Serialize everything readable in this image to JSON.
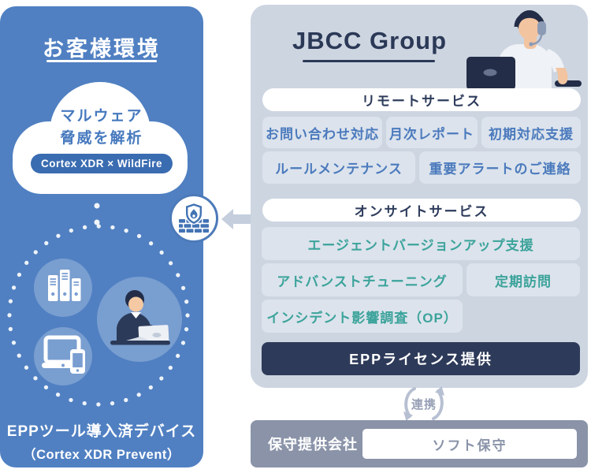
{
  "customer_panel": {
    "title": "お客様環境",
    "cloud": {
      "line1": "マルウェア",
      "line2": "脅威を解析",
      "badge": "Cortex XDR × WildFire"
    },
    "caption_line1": "EPPツール導入済デバイス",
    "caption_line2": "（Cortex XDR Prevent）"
  },
  "provider_panel": {
    "title": "JBCC Group",
    "remote": {
      "header": "リモートサービス",
      "items": [
        "お問い合わせ対応",
        "月次レポート",
        "初期対応支援",
        "ルールメンテナンス",
        "重要アラートのご連絡"
      ]
    },
    "onsite": {
      "header": "オンサイトサービス",
      "items": [
        "エージェントバージョンアップ支援",
        "アドバンストチューニング",
        "定期訪問",
        "インシデント影響調査（OP）"
      ]
    },
    "epp_license_label": "EPPライセンス提供"
  },
  "connection": {
    "label": "連携"
  },
  "maintenance": {
    "company_label": "保守提供会社",
    "service_label": "ソフト保守"
  },
  "colors": {
    "customer_blue": "#5080C2",
    "badge_blue": "#3A6CB1",
    "cloud_text_blue": "#4679BE",
    "provider_bg": "#CDD5E1",
    "service_button_bg": "#DCE3EC",
    "remote_text_blue": "#4B7ABD",
    "onsite_text_teal": "#3BA39B",
    "navy": "#2E3A59",
    "maintenance_gray": "#8A93A8",
    "arrow_gray": "#C5CEDD"
  }
}
